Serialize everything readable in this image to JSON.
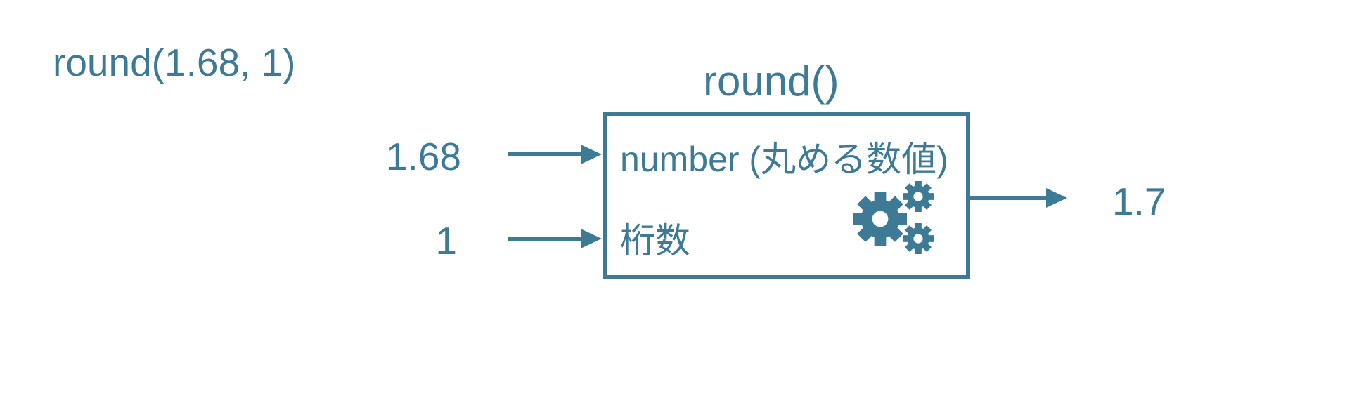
{
  "diagram": {
    "expression": "round(1.68, 1)",
    "function_name": "round()",
    "inputs": [
      "1.68",
      "1"
    ],
    "parameters": [
      "number (丸める数値)",
      "桁数"
    ],
    "output": "1.7",
    "icon": "gears-icon"
  },
  "colors": {
    "primary": "#3d7a96",
    "background": "#ffffff"
  }
}
